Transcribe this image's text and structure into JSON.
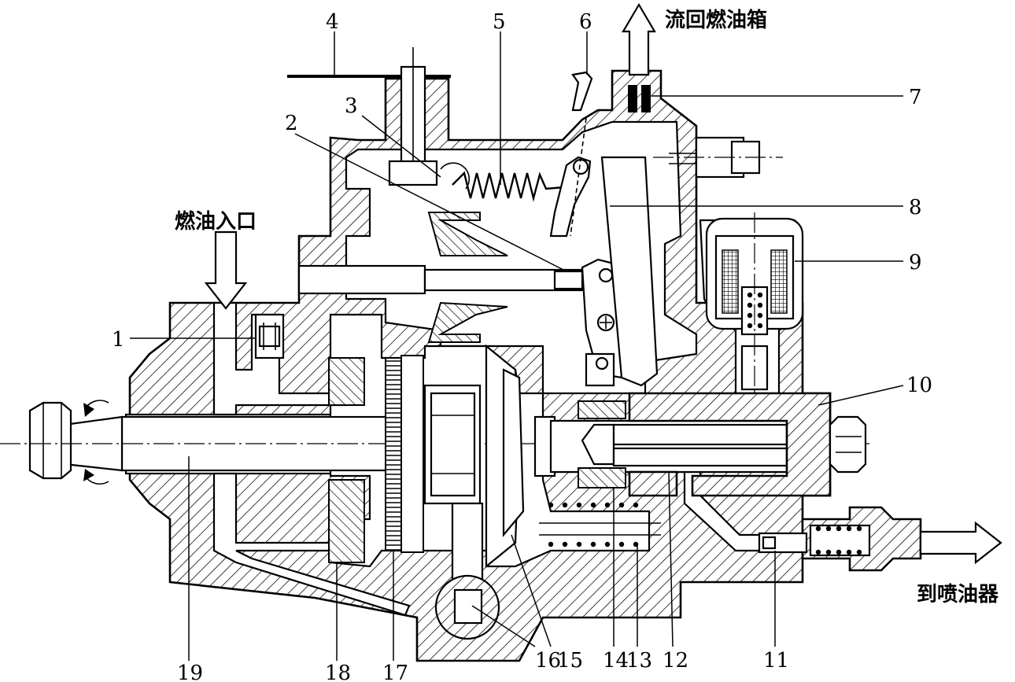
{
  "labels": {
    "1": "1",
    "2": "2",
    "3": "3",
    "4": "4",
    "5": "5",
    "6": "6",
    "7": "7",
    "8": "8",
    "9": "9",
    "10": "10",
    "11": "11",
    "12": "12",
    "13": "13",
    "14": "14",
    "15": "15",
    "16": "16",
    "17": "17",
    "18": "18",
    "19": "19"
  },
  "annotations": {
    "fuel_return": "流回燃油箱",
    "fuel_inlet": "燃油入口",
    "to_injector": "到喷油器"
  }
}
